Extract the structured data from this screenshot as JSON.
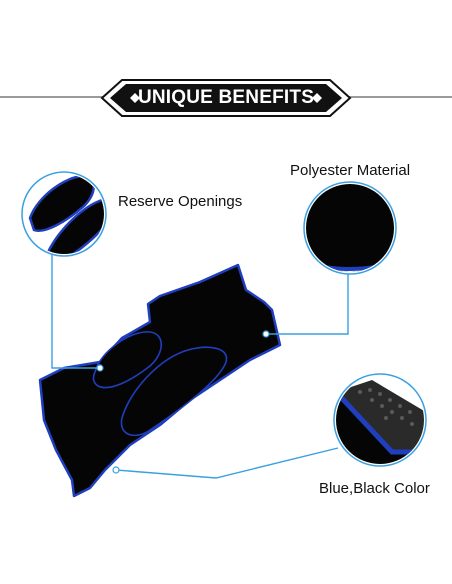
{
  "banner": {
    "title": "UNIQUE BENEFITS"
  },
  "callouts": {
    "reserve_openings": "Reserve Openings",
    "polyester_material": "Polyester Material",
    "color": "Blue,Black Color"
  },
  "colors": {
    "mat": "#050505",
    "trim": "#1f3fbf",
    "callout_line": "#3aa0e0",
    "banner": "#111111"
  }
}
